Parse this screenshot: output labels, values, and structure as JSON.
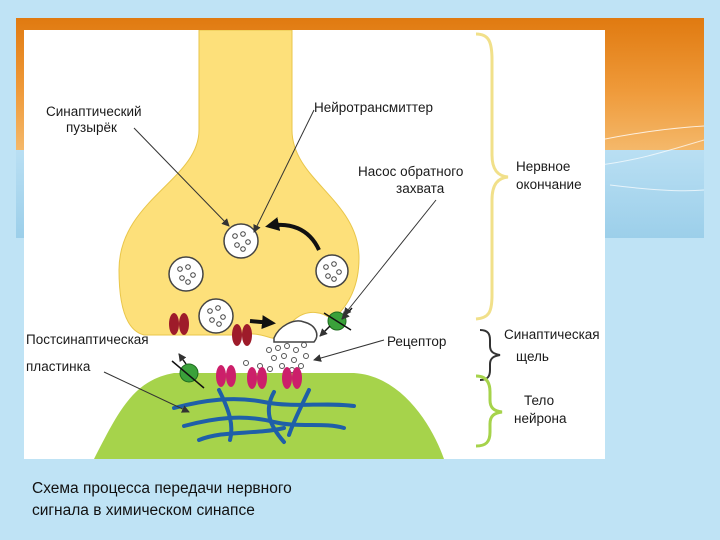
{
  "diagram": {
    "labels": {
      "vesicle": [
        "Синаптический",
        "пузырёк"
      ],
      "neurotransmitter": "Нейротрансмиттер",
      "reuptake_pump": [
        "Насос обратного",
        "захвата"
      ],
      "nerve_ending": [
        "Нервное",
        "окончание"
      ],
      "postsynaptic_plate": [
        "Постсинаптическая",
        "пластинка"
      ],
      "receptor": "Рецептор",
      "synaptic_cleft": [
        "Синаптическая",
        "щель"
      ],
      "neuron_body": [
        "Тело",
        "нейрона"
      ]
    },
    "colors": {
      "terminal": "#fde07a",
      "terminal_stroke": "#e9c64a",
      "neuron_body": "#a6d34b",
      "brace_top": "#f1e08a",
      "brace_mid": "#333333",
      "brace_bottom": "#a6d34b",
      "receptor": "#cc1f6a",
      "postsynaptic_channel": "#9e1b2a",
      "pump": "#3aa13a",
      "fibers": "#1f5fa8"
    },
    "icons": [
      "vesicle-icon",
      "pump-icon",
      "receptor-icon",
      "arrow-icon"
    ]
  },
  "caption": {
    "line1": "Схема процесса передачи нервного",
    "line2": "сигнала в химическом синапсе"
  }
}
